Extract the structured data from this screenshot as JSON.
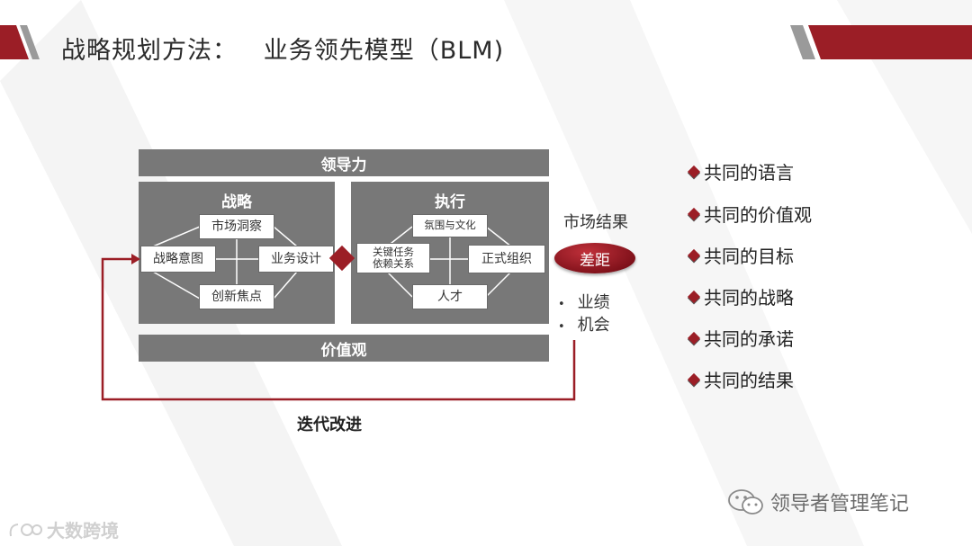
{
  "header": {
    "title": "战略规划方法：   业务领先模型（BLM)"
  },
  "model": {
    "leadership": "领导力",
    "values": "价值观",
    "strategy": {
      "title": "战略",
      "market_insight": "市场洞察",
      "strategic_intent": "战略意图",
      "business_design": "业务设计",
      "innovation_focus": "创新焦点"
    },
    "execution": {
      "title": "执行",
      "climate_culture": "氛围与文化",
      "critical_tasks": "关键任务\n依赖关系",
      "formal_org": "正式组织",
      "talent": "人才"
    },
    "market_result": "市场结果",
    "gap": "差距",
    "gap_items": [
      "业绩",
      "机会"
    ],
    "iteration": "迭代改进"
  },
  "benefits": [
    "共同的语言",
    "共同的价值观",
    "共同的目标",
    "共同的战略",
    "共同的承诺",
    "共同的结果"
  ],
  "watermark": {
    "left": "大数跨境",
    "right": "领导者管理笔记"
  },
  "colors": {
    "accent_red": "#9b1e26",
    "panel_gray": "#787878"
  }
}
